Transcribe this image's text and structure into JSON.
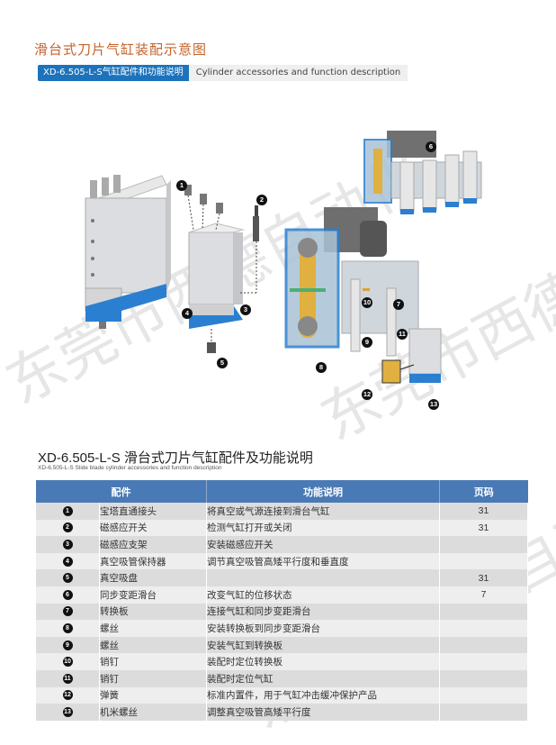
{
  "header": {
    "title": "滑台式刀片气缸装配示意图",
    "tag_primary": "XD-6.505-L-S气缸配件和功能说明",
    "tag_secondary": "Cylinder accessories and function description"
  },
  "watermark": {
    "text": "东莞市西德自动化"
  },
  "illustration": {
    "callouts": [
      "1",
      "2",
      "3",
      "4",
      "5",
      "6",
      "7",
      "8",
      "9",
      "10",
      "11",
      "12",
      "13"
    ]
  },
  "section": {
    "title": "XD-6.505-L-S 滑台式刀片气缸配件及功能说明",
    "subtitle": "XD-6.505-L-S Slide blade cylinder accessories and function description"
  },
  "table": {
    "columns": [
      "配件",
      "功能说明",
      "页码"
    ],
    "rows": [
      {
        "num": "1",
        "name": "宝塔直通接头",
        "desc": "将真空或气源连接到滑台气缸",
        "page": "31"
      },
      {
        "num": "2",
        "name": "磁感应开关",
        "desc": "检测气缸打开或关闭",
        "page": "31"
      },
      {
        "num": "3",
        "name": "磁感应支架",
        "desc": "安装磁感应开关",
        "page": ""
      },
      {
        "num": "4",
        "name": "真空吸管保持器",
        "desc": "调节真空吸管高矮平行度和垂直度",
        "page": ""
      },
      {
        "num": "5",
        "name": "真空吸盘",
        "desc": "",
        "page": "31"
      },
      {
        "num": "6",
        "name": "同步变距滑台",
        "desc": "改变气缸的位移状态",
        "page": "7"
      },
      {
        "num": "7",
        "name": "转换板",
        "desc": "连接气缸和同步变距滑台",
        "page": ""
      },
      {
        "num": "8",
        "name": "螺丝",
        "desc": "安装转换板到同步变距滑台",
        "page": ""
      },
      {
        "num": "9",
        "name": "螺丝",
        "desc": "安装气缸到转换板",
        "page": ""
      },
      {
        "num": "10",
        "name": "销钉",
        "desc": "装配时定位转换板",
        "page": ""
      },
      {
        "num": "11",
        "name": "销钉",
        "desc": "装配时定位气缸",
        "page": ""
      },
      {
        "num": "12",
        "name": "弹簧",
        "desc": "标准内置件，用于气缸冲击缓冲保护产品",
        "page": ""
      },
      {
        "num": "13",
        "name": "机米螺丝",
        "desc": "调整真空吸管高矮平行度",
        "page": ""
      }
    ]
  },
  "colors": {
    "title": "#c4632b",
    "tag_blue": "#1d73bb",
    "table_header": "#4a7ab5",
    "row_dark": "#dcdcdc",
    "row_light": "#eeeeee",
    "part_blue": "#2a7fd0"
  }
}
